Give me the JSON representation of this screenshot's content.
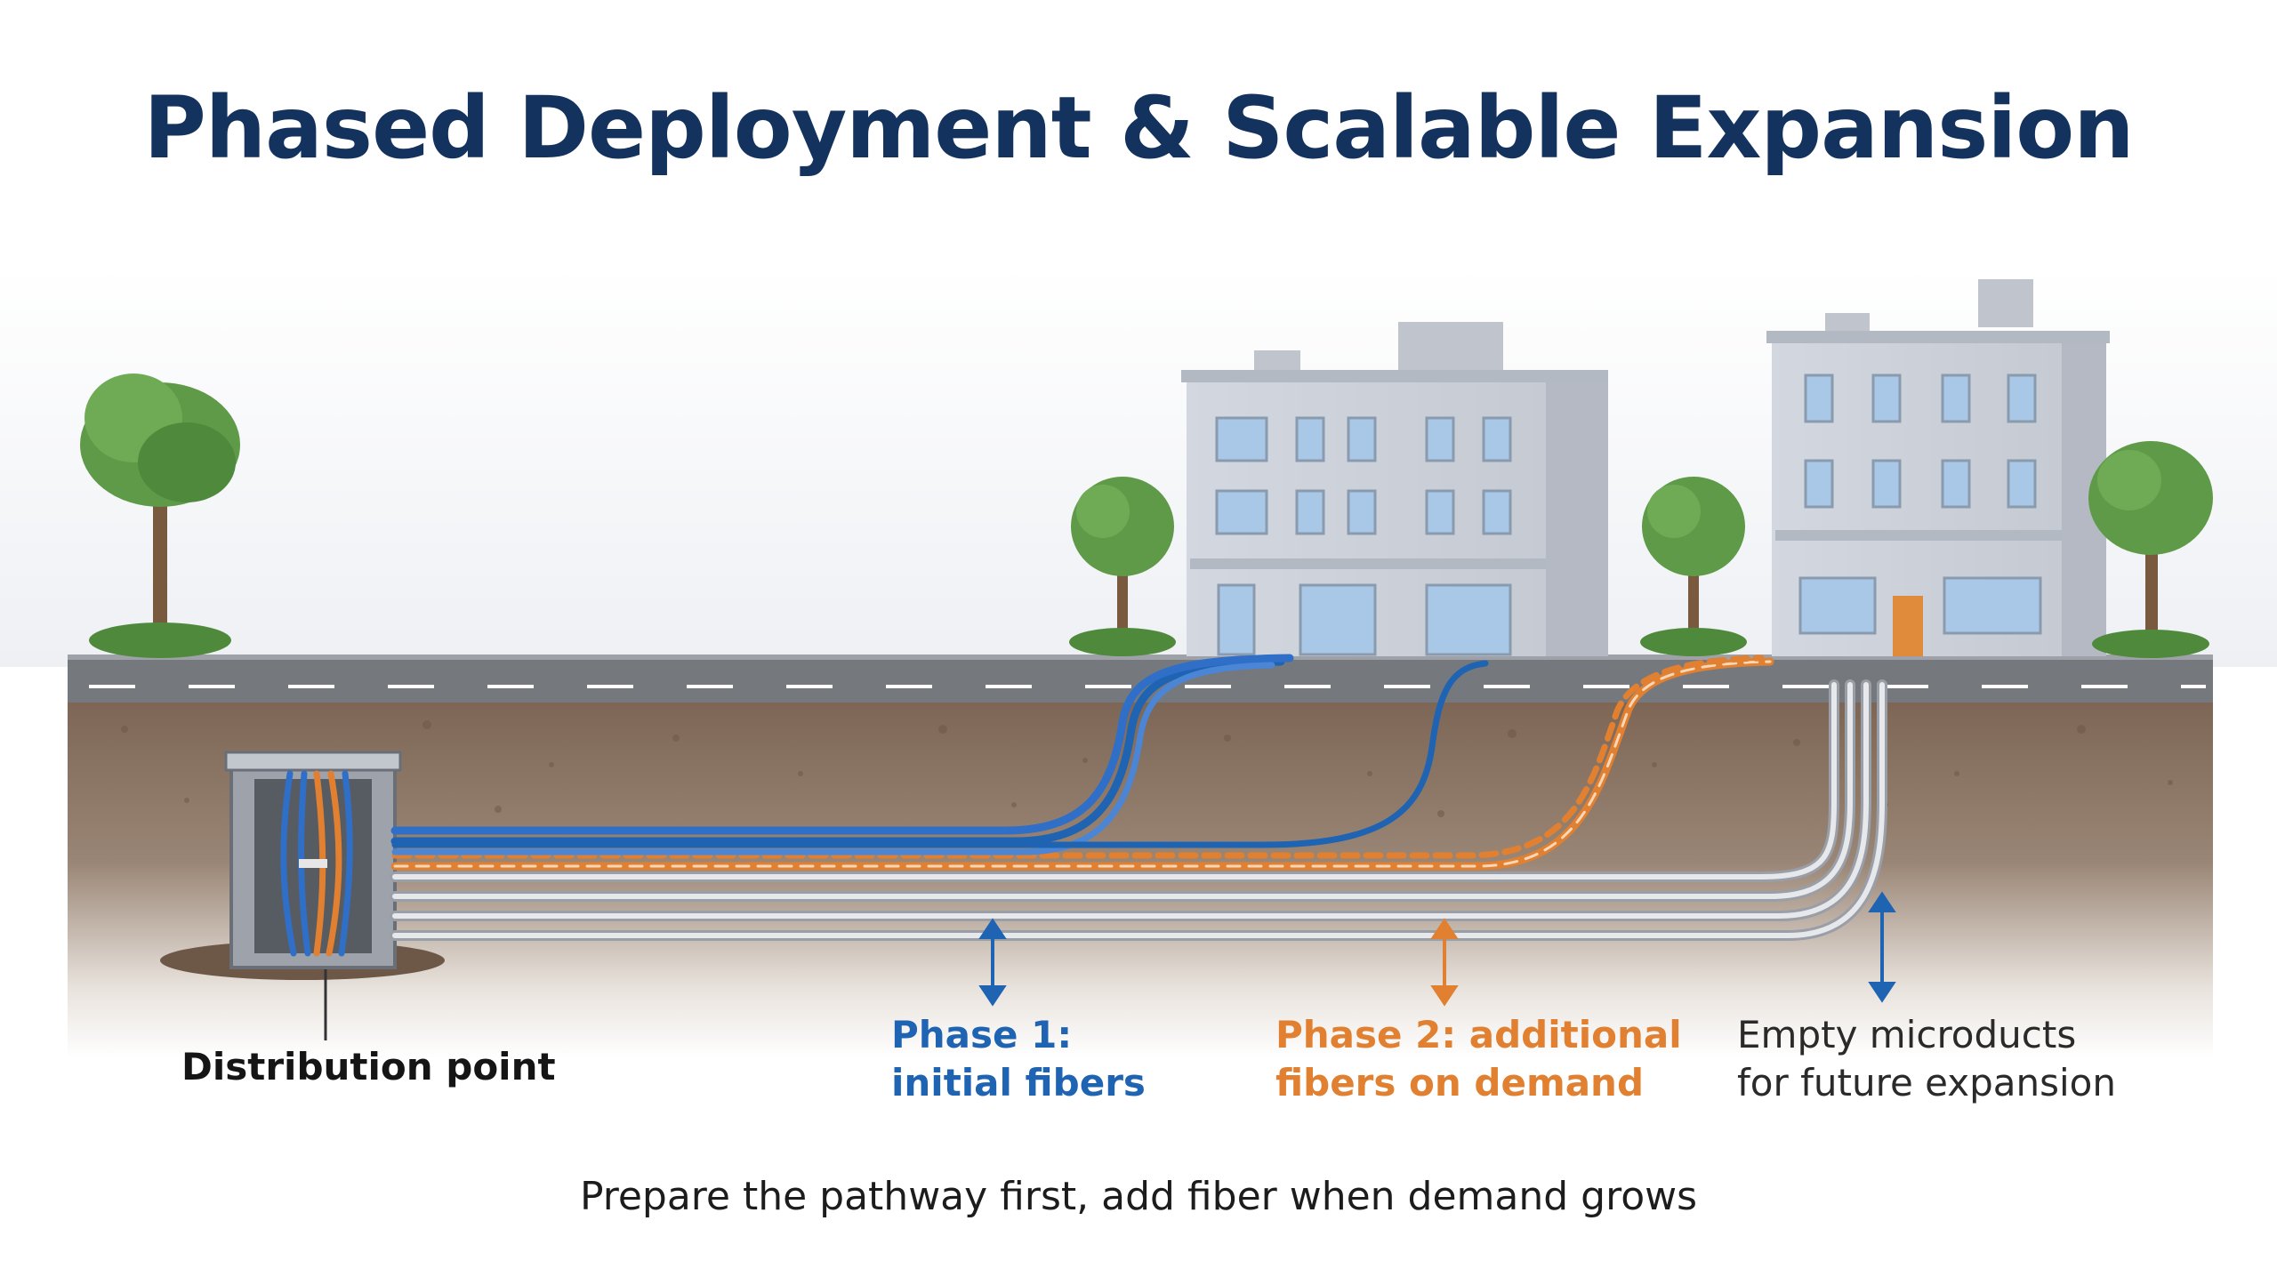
{
  "title": "Phased Deployment & Scalable Expansion",
  "labels": {
    "distribution_point": "Distribution point",
    "phase1_line1": "Phase 1:",
    "phase1_line2": "initial fibers",
    "phase2_line1": "Phase 2: additional",
    "phase2_line2": "fibers on demand",
    "empty_line1": "Empty microducts",
    "empty_line2": "for future expansion"
  },
  "caption": "Prepare the pathway first, add fiber when demand grows",
  "colors": {
    "title": "#14325e",
    "phase1": "#1f63b3",
    "phase2": "#e08030",
    "empty_duct": "#c9ccd2",
    "soil": "#8a7565",
    "road": "#75797e",
    "building": "#c9cdd6",
    "tree_foliage": "#5f9a48"
  }
}
